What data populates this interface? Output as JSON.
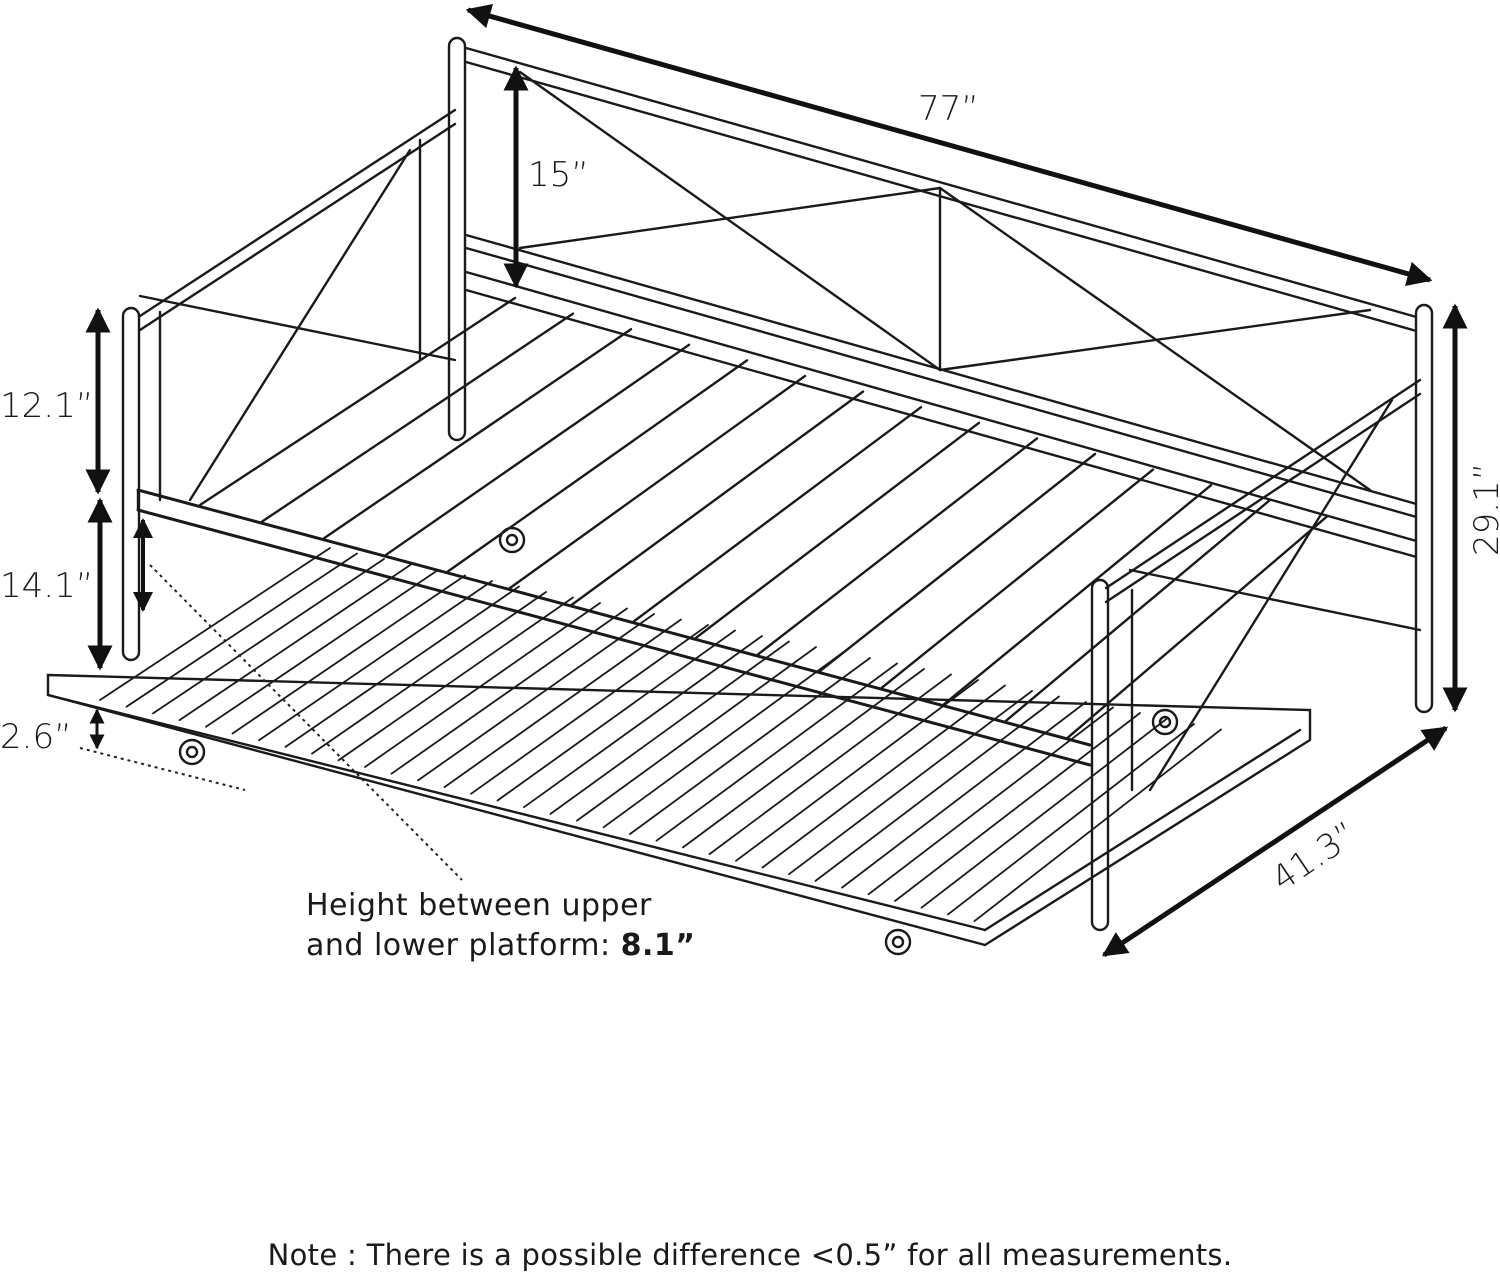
{
  "dimensions": {
    "length": "77”",
    "backrest_height": "15”",
    "side_rail_height": "12.1”",
    "upper_platform_height": "14.1”",
    "total_height": "29.1”",
    "lower_platform_height": "2.6”",
    "depth": "41.3”"
  },
  "callout": {
    "line1": "Height between upper",
    "line2_prefix": "and lower platform: ",
    "line2_value": "8.1”"
  },
  "note": "Note : There is a possible difference <0.5” for all measurements."
}
